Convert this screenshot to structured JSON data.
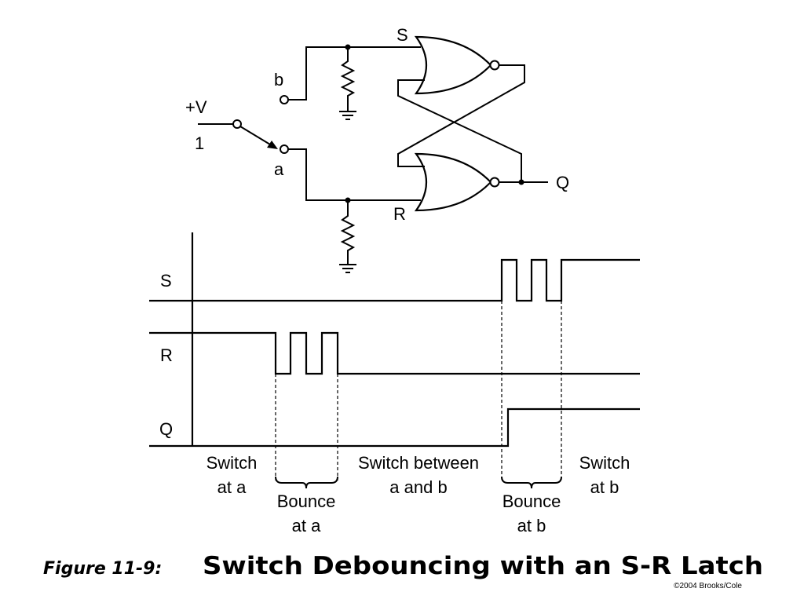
{
  "circuit": {
    "label_s": "S",
    "label_r": "R",
    "label_q": "Q",
    "label_b": "b",
    "label_a": "a",
    "label_vplus": "+V",
    "label_one": "1"
  },
  "timing": {
    "signals": [
      "S",
      "R",
      "Q"
    ],
    "regions": {
      "switch_at_a": [
        "Switch",
        "at a"
      ],
      "bounce_at_a": [
        "Bounce",
        "at a"
      ],
      "switch_between": [
        "Switch between",
        "a and b"
      ],
      "bounce_at_b": [
        "Bounce",
        "at b"
      ],
      "switch_at_b": [
        "Switch",
        "at b"
      ]
    }
  },
  "caption": {
    "prefix": "Figure 11-9:",
    "title": "Switch Debouncing with an S-R Latch"
  },
  "copyright": "©2004 Brooks/Cole"
}
